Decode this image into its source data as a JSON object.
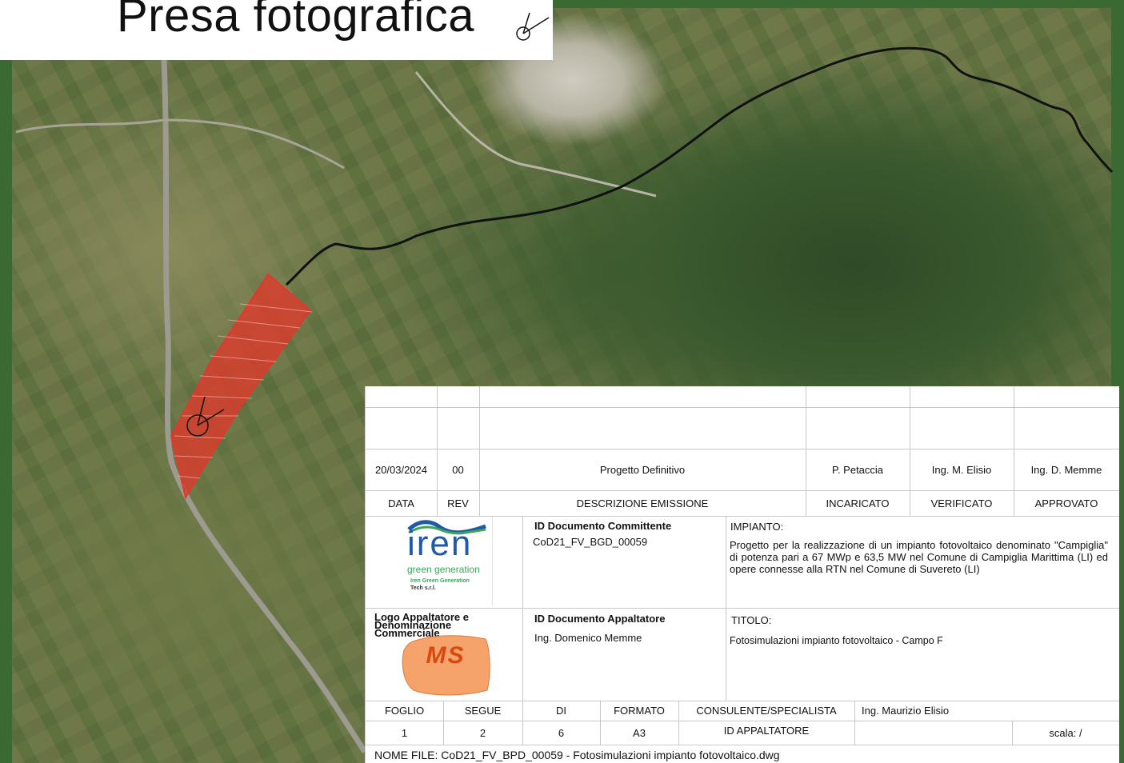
{
  "title": {
    "text": "Presa fotografica"
  },
  "revision": {
    "date": "20/03/2024",
    "rev": "00",
    "description": "Progetto Definitivo",
    "incaricato": "P. Petaccia",
    "verificato": "Ing. M. Elisio",
    "approvato": "Ing. D. Memme"
  },
  "headers": {
    "data": "DATA",
    "rev": "REV",
    "descrizione": "DESCRIZIONE EMISSIONE",
    "incaricato": "INCARICATO",
    "verificato": "VERIFICATO",
    "approvato": "APPROVATO"
  },
  "committente": {
    "label": "ID Documento Committente",
    "value": "CoD21_FV_BGD_00059",
    "logo_main": "iren",
    "logo_sub": "green generation",
    "logo_company_1": "Iren Green Generation",
    "logo_company_2": "Tech s.r.l."
  },
  "impianto": {
    "label": "IMPIANTO:",
    "text": "Progetto per la realizzazione di un impianto fotovoltaico denominato \"Campiglia\" di potenza pari a 67 MWp e 63,5 MW nel Comune di Campiglia Marittima (LI) ed opere connesse alla RTN nel Comune di Suvereto (LI)"
  },
  "appaltatore": {
    "logo_label": "Logo Appaltatore e Denominazione Commerciale",
    "logo_text": "MS",
    "label": "ID Documento Appaltatore",
    "value": "Ing. Domenico Memme"
  },
  "titolo": {
    "label": "TITOLO:",
    "text": "Fotosimulazioni impianto fotovoltaico - Campo F"
  },
  "footer": {
    "foglio_label": "FOGLIO",
    "segue_label": "SEGUE",
    "di_label": "DI",
    "formato_label": "FORMATO",
    "consulente_label": "CONSULENTE/SPECIALISTA",
    "consulente_value": "Ing. Maurizio Elisio",
    "foglio": "1",
    "segue": "2",
    "di": "6",
    "formato": "A3",
    "id_appaltatore_label": "ID APPALTATORE",
    "scala": "scala: /",
    "nome_file": "NOME FILE: CoD21_FV_BPD_00059 - Fotosimulazioni impianto fotovoltaico.dwg"
  },
  "colors": {
    "frame": "#3a6a32",
    "site_area": "#e0392b",
    "iren_blue": "#1f5aa6",
    "iren_green": "#3aa55a",
    "ms_orange": "#f5a36b"
  },
  "icons": [
    "camera-viewpoint-icon"
  ]
}
